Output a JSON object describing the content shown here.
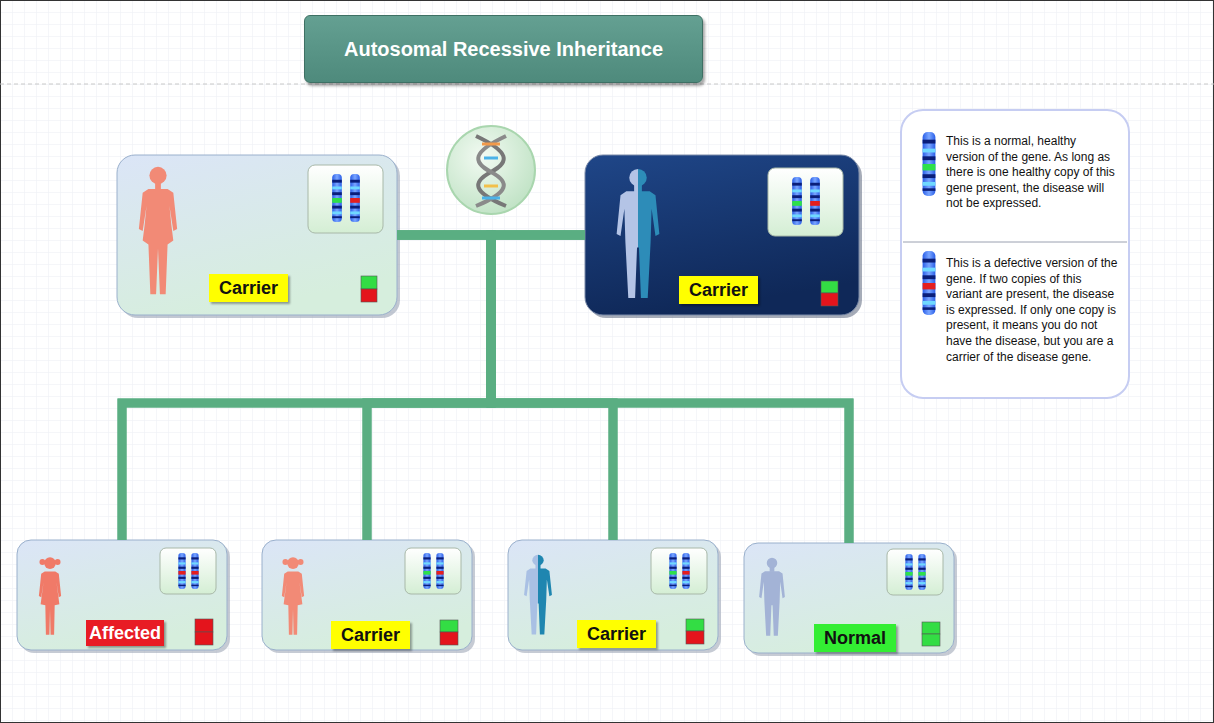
{
  "diagram": {
    "title": "Autosomal Recessive Inheritance",
    "nodes": [
      {
        "text": [
          "Carrier"
        ]
      },
      {
        "text": [
          "Carrier"
        ]
      },
      {
        "text": [
          "Affected"
        ]
      },
      {
        "text": [
          "Carrier"
        ]
      },
      {
        "text": [
          "Carrier"
        ]
      },
      {
        "text": [
          "Normal"
        ]
      }
    ],
    "edges": [
      {
        "from": 0,
        "to": 1,
        "arrow": "none"
      },
      {
        "from": 0,
        "to": 2,
        "arrow": "none"
      },
      {
        "from": 0,
        "to": 3,
        "arrow": "none"
      },
      {
        "from": 0,
        "to": 4,
        "arrow": "none"
      },
      {
        "from": 0,
        "to": 5,
        "arrow": "none"
      },
      {
        "from": 1,
        "to": 2,
        "arrow": "none"
      },
      {
        "from": 1,
        "to": 3,
        "arrow": "none"
      },
      {
        "from": 1,
        "to": 4,
        "arrow": "none"
      },
      {
        "from": 1,
        "to": 5,
        "arrow": "none"
      }
    ],
    "legend": [
      {
        "text": "This is a normal, healthy version of the gene. As long as there is one healthy copy of this gene present, the disease will not be expressed."
      },
      {
        "text": "This is a defective version of the gene. If two copies of this variant are present, the disease is expressed. If only one copy is present, it means you do not have the disease, but you are a carrier of the disease gene."
      }
    ]
  }
}
